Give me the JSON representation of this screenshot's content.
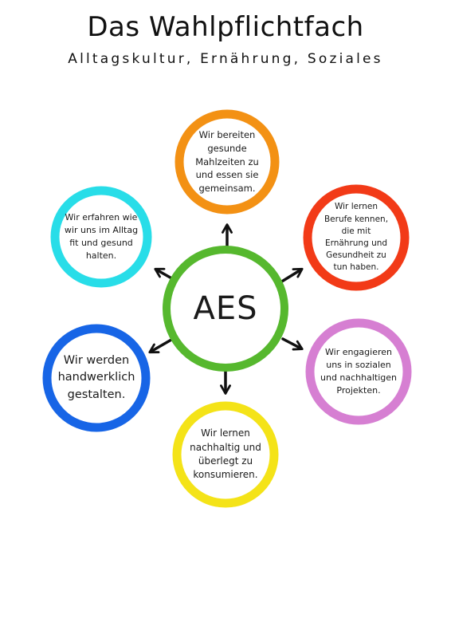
{
  "title": "Das Wahlpflichtfach",
  "subtitle": "Alltagskultur, Ernährung, Soziales",
  "center": {
    "label": "AES",
    "color": "#56b82e"
  },
  "nodes": [
    {
      "text": "Wir bereiten gesunde Mahlzeiten zu und essen sie gemeinsam.",
      "color": "#f39114"
    },
    {
      "text": "Wir lernen Berufe kennen, die mit Ernährung und Gesundheit zu tun haben.",
      "color": "#f23a17"
    },
    {
      "text": "Wir engagieren uns in sozialen und nachhaltigen Projekten.",
      "color": "#d67fd2"
    },
    {
      "text": "Wir lernen nachhaltig und überlegt zu konsumieren.",
      "color": "#f4e318"
    },
    {
      "text": "Wir werden handwerklich gestalten.",
      "color": "#1765e6"
    },
    {
      "text": "Wir erfahren wie wir uns im Alltag fit und gesund halten.",
      "color": "#28dde8"
    }
  ],
  "arrow_color": "#111111",
  "icons": {
    "arrow": "arrow-icon"
  }
}
